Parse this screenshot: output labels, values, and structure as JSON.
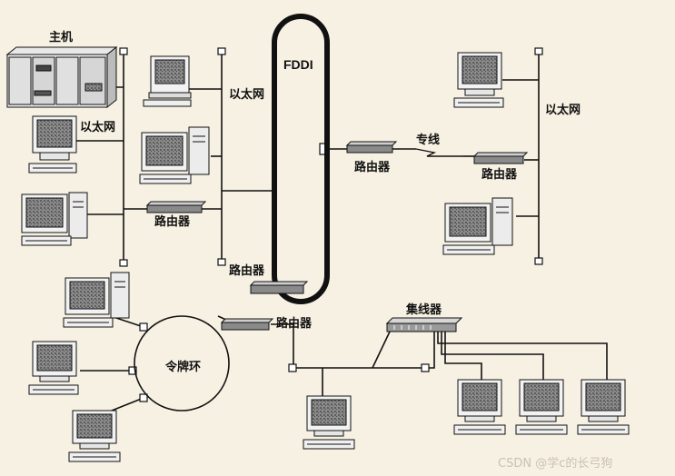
{
  "labels": {
    "mainframe": "主机",
    "fddi": "FDDI",
    "ethernet_left": "以太网",
    "ethernet_center": "以太网",
    "ethernet_right": "以太网",
    "router_left": "路由器",
    "router_fddi_upper": "路由器",
    "router_fddi_lower": "路由器",
    "router_right1": "路由器",
    "router_right2": "路由器",
    "leased_line": "专线",
    "token_ring": "令牌环",
    "hub": "集线器"
  },
  "watermark": "CSDN @学c的长弓狗",
  "colors": {
    "background": "#f7f1e3",
    "line": "#111111",
    "screen": "#7a7a7a",
    "device_fill": "#f2f2f2"
  }
}
